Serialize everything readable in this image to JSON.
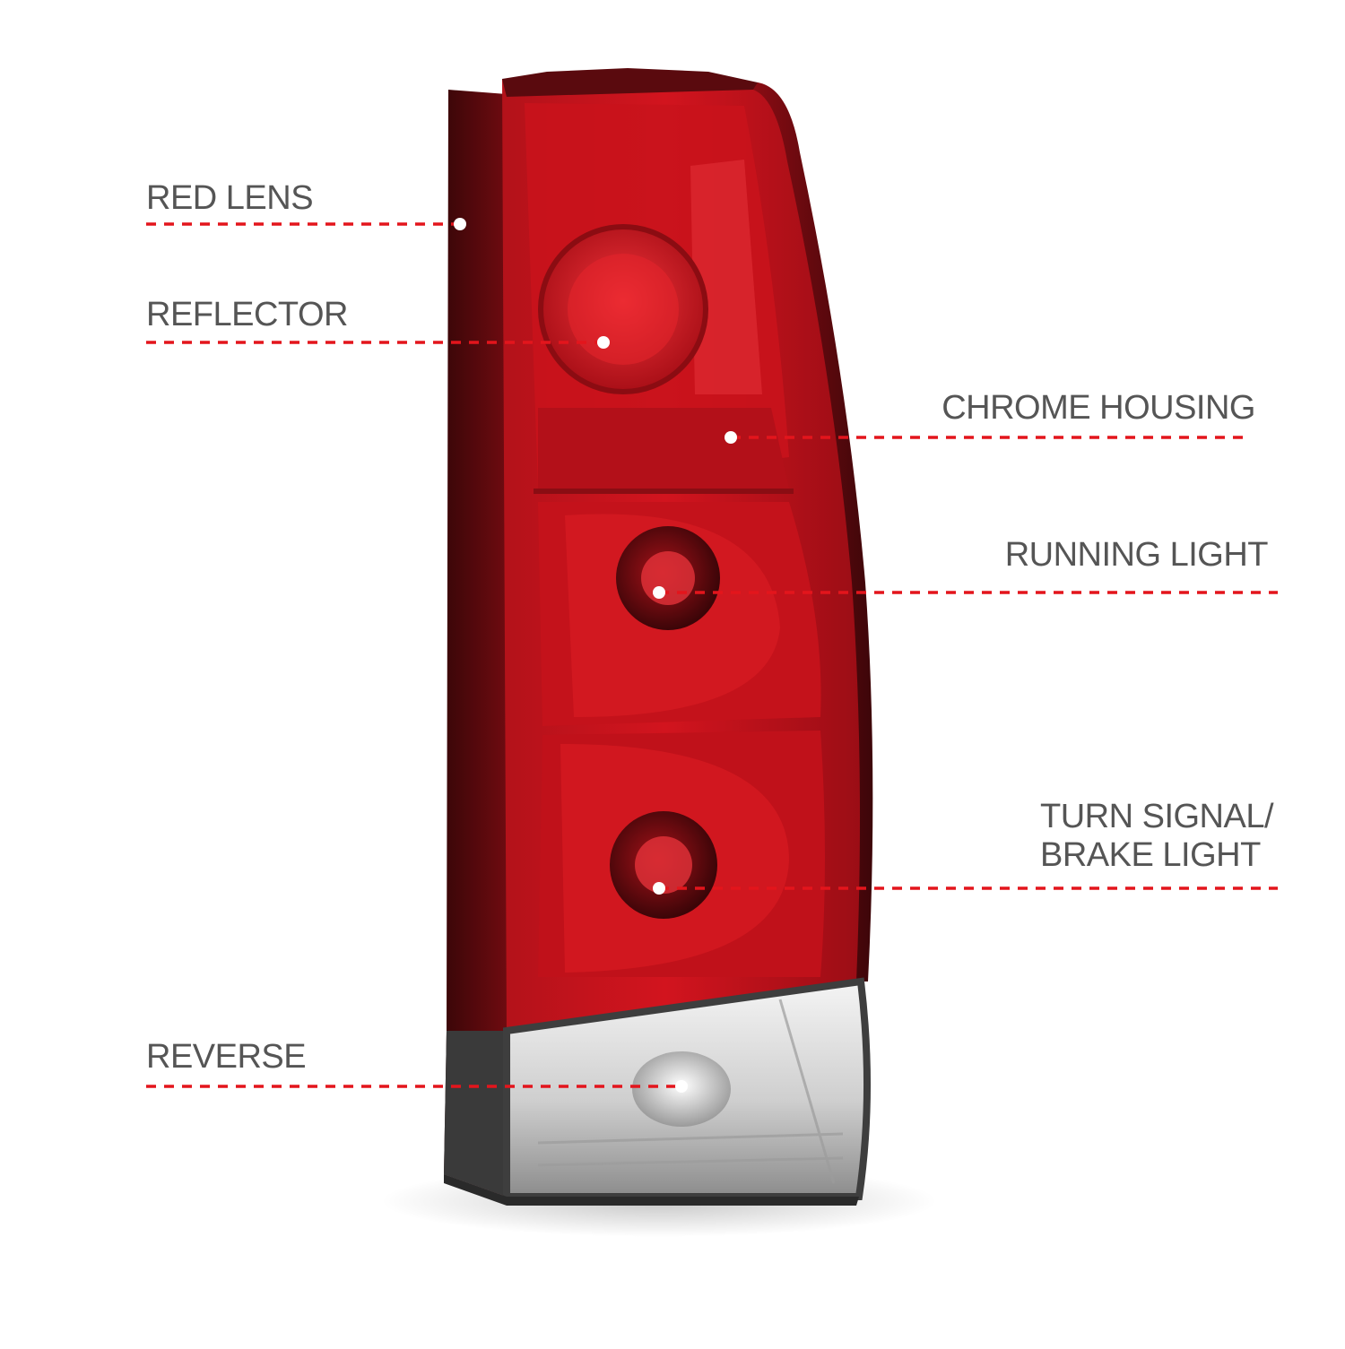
{
  "figure": {
    "background": "#ffffff",
    "leader_color": "#e3151c",
    "label_color": "#555555",
    "callouts": [
      {
        "key": "red_lens",
        "lines": [
          "RED LENS"
        ]
      },
      {
        "key": "reflector",
        "lines": [
          "REFLECTOR"
        ]
      },
      {
        "key": "chrome_housing",
        "lines": [
          "CHROME HOUSING"
        ]
      },
      {
        "key": "running_light",
        "lines": [
          "RUNNING LIGHT"
        ]
      },
      {
        "key": "turn_signal_brake",
        "lines": [
          "TURN SIGNAL/",
          "BRAKE LIGHT"
        ]
      },
      {
        "key": "reverse",
        "lines": [
          "REVERSE"
        ]
      }
    ]
  }
}
